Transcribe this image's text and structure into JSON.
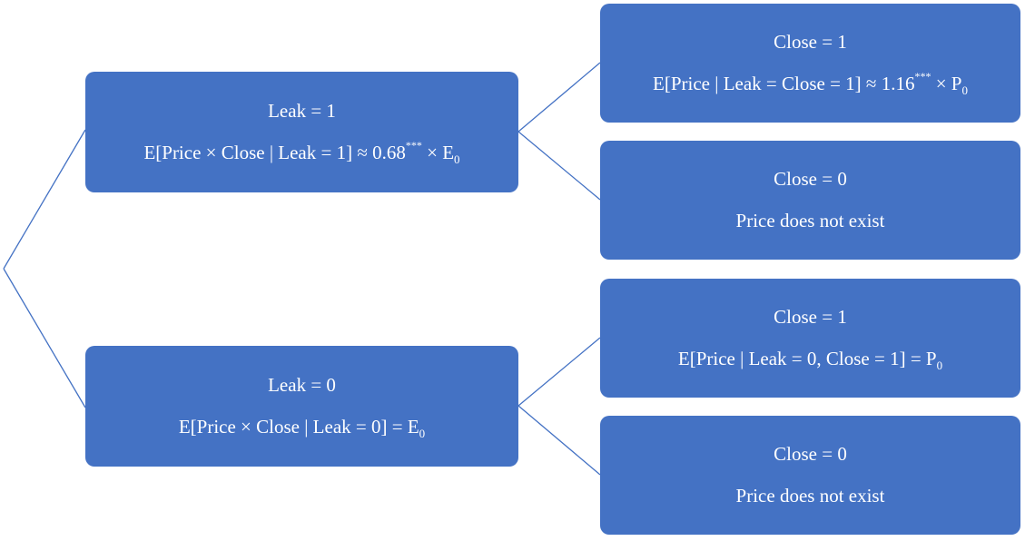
{
  "tree": {
    "leak1": {
      "title": "Leak = 1",
      "formula": {
        "pre": "E[Price × Close | Leak = 1] ≈ 0.68",
        "sup": "***",
        "mid": " × E",
        "sub": "0"
      },
      "children": {
        "close1": {
          "title": "Close = 1",
          "formula": {
            "pre": "E[Price | Leak = Close = 1]  ≈ 1.16",
            "sup": "***",
            "mid": " × P",
            "sub": "0"
          }
        },
        "close0": {
          "title": "Close = 0",
          "text": "Price does not exist"
        }
      }
    },
    "leak0": {
      "title": "Leak = 0",
      "formula": {
        "pre": "E[Price × Close | Leak = 0] = E",
        "sub": "0"
      },
      "children": {
        "close1": {
          "title": "Close = 1",
          "formula": {
            "pre": "E[Price | Leak = 0, Close = 1] = P",
            "sub": "0"
          }
        },
        "close0": {
          "title": "Close = 0",
          "text": "Price does not exist"
        }
      }
    }
  },
  "colors": {
    "node_fill": "#4472c4",
    "connector": "#4472c4",
    "text": "#ffffff"
  }
}
